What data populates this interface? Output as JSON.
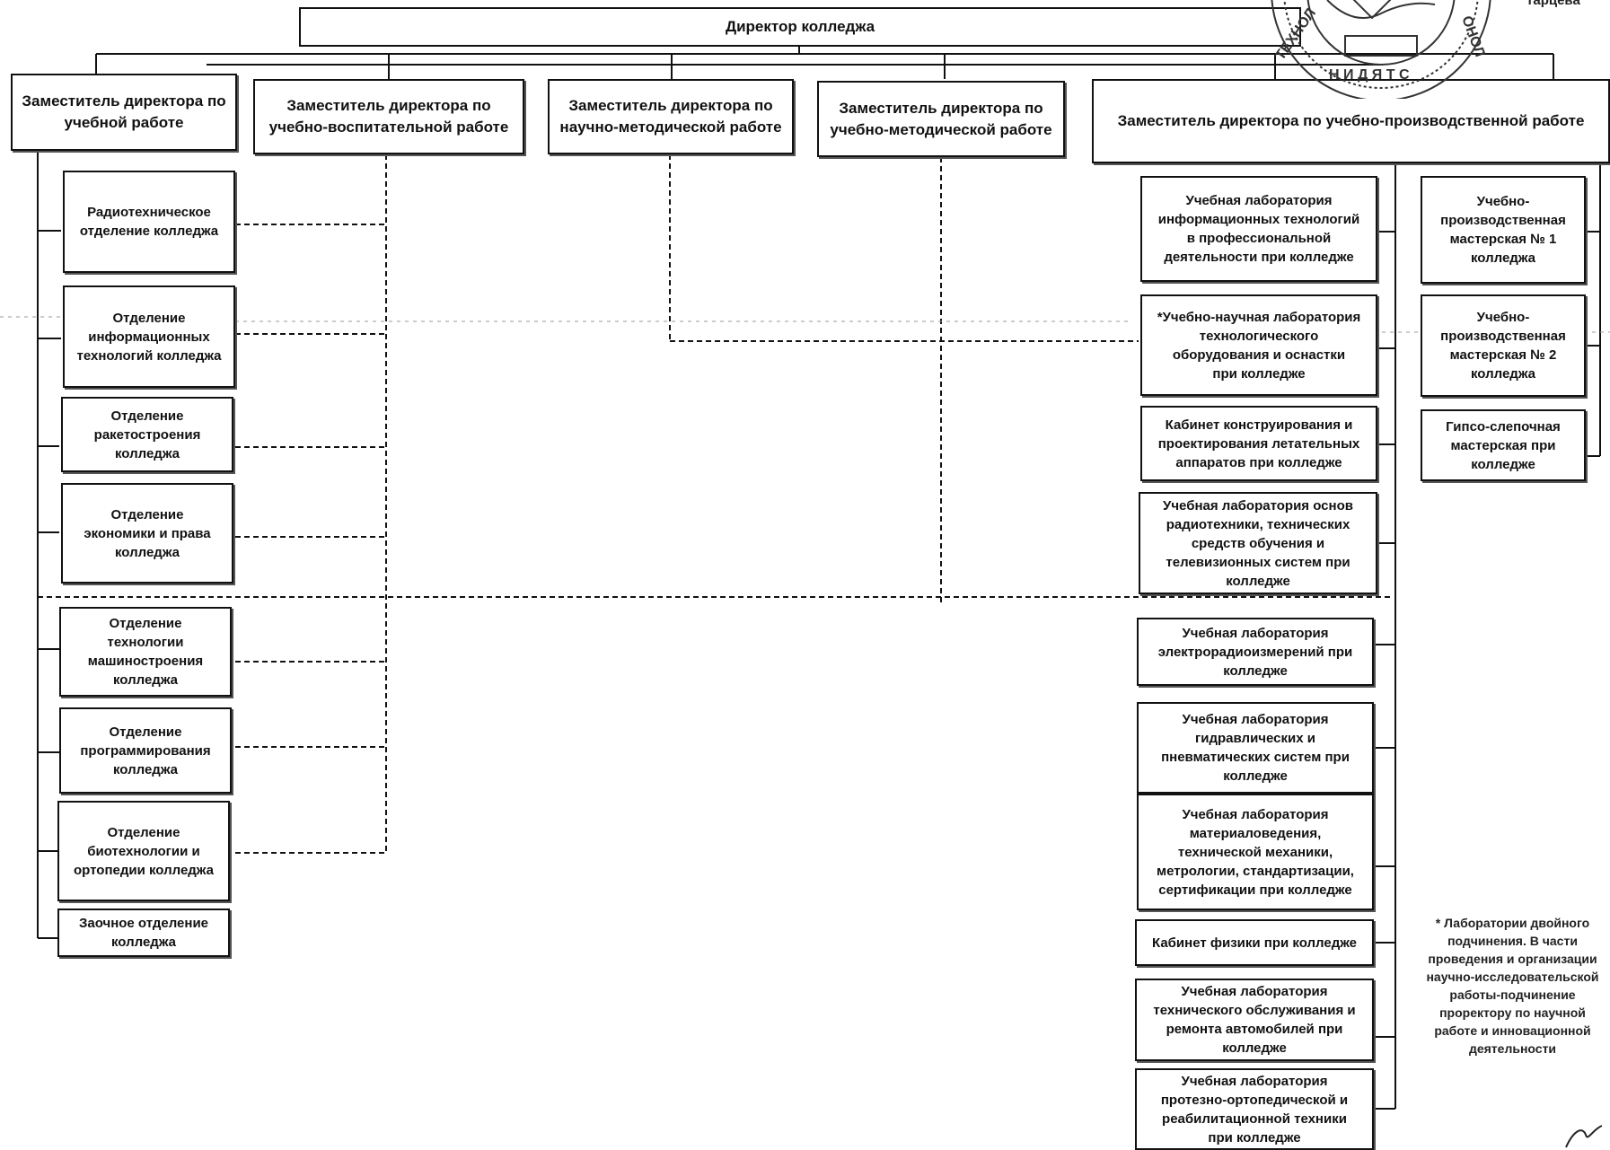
{
  "director": "Директор колледжа",
  "deputies": [
    "Заместитель директора по учебной работе",
    "Заместитель  директора по учебно-воспитательной работе",
    "Заместитель директора по научно-методической работе",
    "Заместитель директора по учебно-методической работе",
    "Заместитель директора по учебно-производственной работе"
  ],
  "departments": [
    "Радиотехническое\nотделение колледжа",
    "Отделение\nинформационных\nтехнологий колледжа",
    "Отделение\nракетостроения\nколледжа",
    "Отделение\nэкономики и права\nколледжа",
    "Отделение\nтехнологии\nмашиностроения\nколледжа",
    "Отделение\nпрограммирования\nколледжа",
    "Отделение\nбиотехнологии и\nортопедии колледжа",
    "Заочное отделение\nколледжа"
  ],
  "labs": [
    "Учебная лаборатория\nинформационных технологий\nв профессиональной\nдеятельности при колледже",
    "*Учебно-научная лаборатория\nтехнологического\nоборудования и оснастки\nпри колледже",
    "Кабинет конструирования и\nпроектирования летательных\nаппаратов при колледже",
    "Учебная лаборатория основ\nрадиотехники, технических\nсредств обучения и\nтелевизионных систем при\nколледже",
    "Учебная лаборатория\nэлектрорадиоизмерений при\nколледже",
    "Учебная лаборатория\nгидравлических и\nпневматических систем при\nколледже",
    "Учебная лаборатория\nматериаловедения,\nтехнической механики,\nметрологии, стандартизации,\nсертификации при колледже",
    "Кабинет физики при колледже",
    "Учебная лаборатория\nтехнического обслуживания и\nремонта автомобилей при\nколледже",
    "Учебная лаборатория\nпротезно-ортопедической  и\nреабилитационной техники\nпри колледже"
  ],
  "workshops": [
    "Учебно-\nпроизводственная\nмастерская № 1\nколледжа",
    "Учебно-\nпроизводственная\nмастерская № 2\nколледжа",
    "Гипсо-слепочная\nмастерская при\nколледже"
  ],
  "footnote": "* Лаборатории двойного\nподчинения. В части\nпроведения и организации\nнаучно-исследовательской\nработы-подчинение\nпроректору по научной\nработе и инновационной\nдеятельности",
  "corner_text": "тарцева"
}
